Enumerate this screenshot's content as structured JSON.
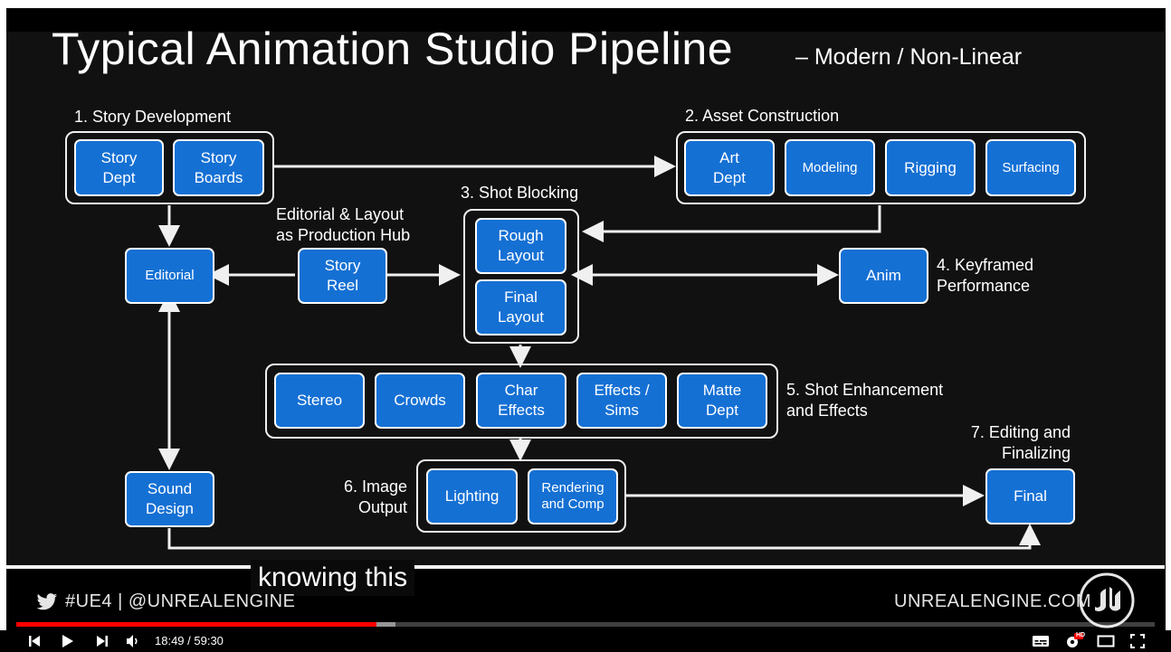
{
  "slide": {
    "title": "Typical Animation Studio Pipeline",
    "subtitle": "– Modern / Non-Linear"
  },
  "groups": {
    "story_development": "1. Story Development",
    "asset_construction": "2. Asset Construction",
    "shot_blocking": "3. Shot Blocking",
    "keyframed_performance": "4. Keyframed\nPerformance",
    "shot_enhancement": "5. Shot Enhancement\nand Effects",
    "image_output": "6. Image\nOutput",
    "editing_finalizing": "7. Editing and\nFinalizing",
    "production_hub": "Editorial & Layout\nas Production Hub"
  },
  "boxes": {
    "story_dept": "Story\nDept",
    "story_boards": "Story\nBoards",
    "art_dept": "Art\nDept",
    "modeling": "Modeling",
    "rigging": "Rigging",
    "surfacing": "Surfacing",
    "editorial": "Editorial",
    "story_reel": "Story\nReel",
    "rough_layout": "Rough\nLayout",
    "final_layout": "Final\nLayout",
    "anim": "Anim",
    "stereo": "Stereo",
    "crowds": "Crowds",
    "char_effects": "Char\nEffects",
    "effects_sims": "Effects /\nSims",
    "matte_dept": "Matte\nDept",
    "lighting": "Lighting",
    "rendering_comp": "Rendering\nand Comp",
    "sound_design": "Sound\nDesign",
    "final": "Final"
  },
  "caption": "knowing this",
  "branding": {
    "left": "#UE4 | @UNREALENGINE",
    "right": "UNREALENGINE.COM"
  },
  "player": {
    "current_time": "18:49",
    "duration": "59:30",
    "time_display": "18:49 / 59:30",
    "progress_fraction": 0.316,
    "buffered_fraction": 0.333,
    "accent_color": "#ff0000",
    "hd_badge": "HD",
    "icons": [
      "skip-previous-icon",
      "play-icon",
      "skip-next-icon",
      "volume-icon",
      "subtitles-icon",
      "settings-icon",
      "miniplayer-icon",
      "fullscreen-icon"
    ]
  },
  "colors": {
    "box_fill": "#1570d4",
    "slide_background": "#111111"
  }
}
